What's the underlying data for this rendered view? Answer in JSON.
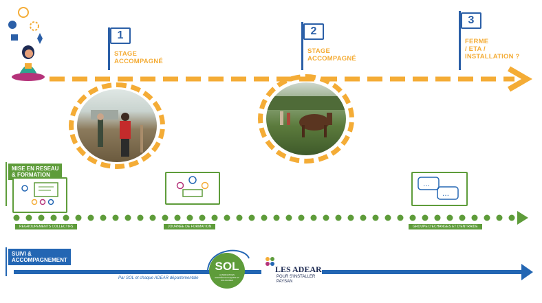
{
  "steps": [
    {
      "number": "1",
      "label_lines": [
        "STAGE",
        "ACCOMPAGNÉ"
      ]
    },
    {
      "number": "2",
      "label_lines": [
        "STAGE",
        "ACCOMPAGNÉ"
      ]
    },
    {
      "number": "3",
      "label_lines": [
        "FERME",
        "/ ETA /",
        "INSTALLATION ?"
      ]
    }
  ],
  "network": {
    "label_lines": [
      "MISE EN RESEAU",
      "& FORMATION"
    ],
    "cards": [
      {
        "caption": "REGROUPEMENTS COLLECTIFS",
        "icon": "presentation-icon"
      },
      {
        "caption": "JOURNÉE DE FORMATION",
        "icon": "meeting-icon"
      },
      {
        "caption": "GROUPE D'ECHANGES ET D'ENTRAIDE",
        "icon": "chat-bubbles-icon"
      }
    ]
  },
  "support": {
    "label_lines": [
      "SUIVI &",
      "ACCOMPAGNEMENT"
    ],
    "note": "Par SOL et chaque ADEAR départementale",
    "sol_logo": {
      "text": "SOL",
      "subtext": "ALTERNATIVES AGROÉCOLOGIQUES ET SOLIDAIRES"
    },
    "adear_logo": {
      "title": "LES ADEAR",
      "line1": "POUR S'INSTALLER",
      "line2": "PAYSAN"
    }
  },
  "colors": {
    "orange": "#f4ac36",
    "green": "#5e9c3a",
    "blue": "#2366b3",
    "flag_blue": "#2b5fa7"
  }
}
